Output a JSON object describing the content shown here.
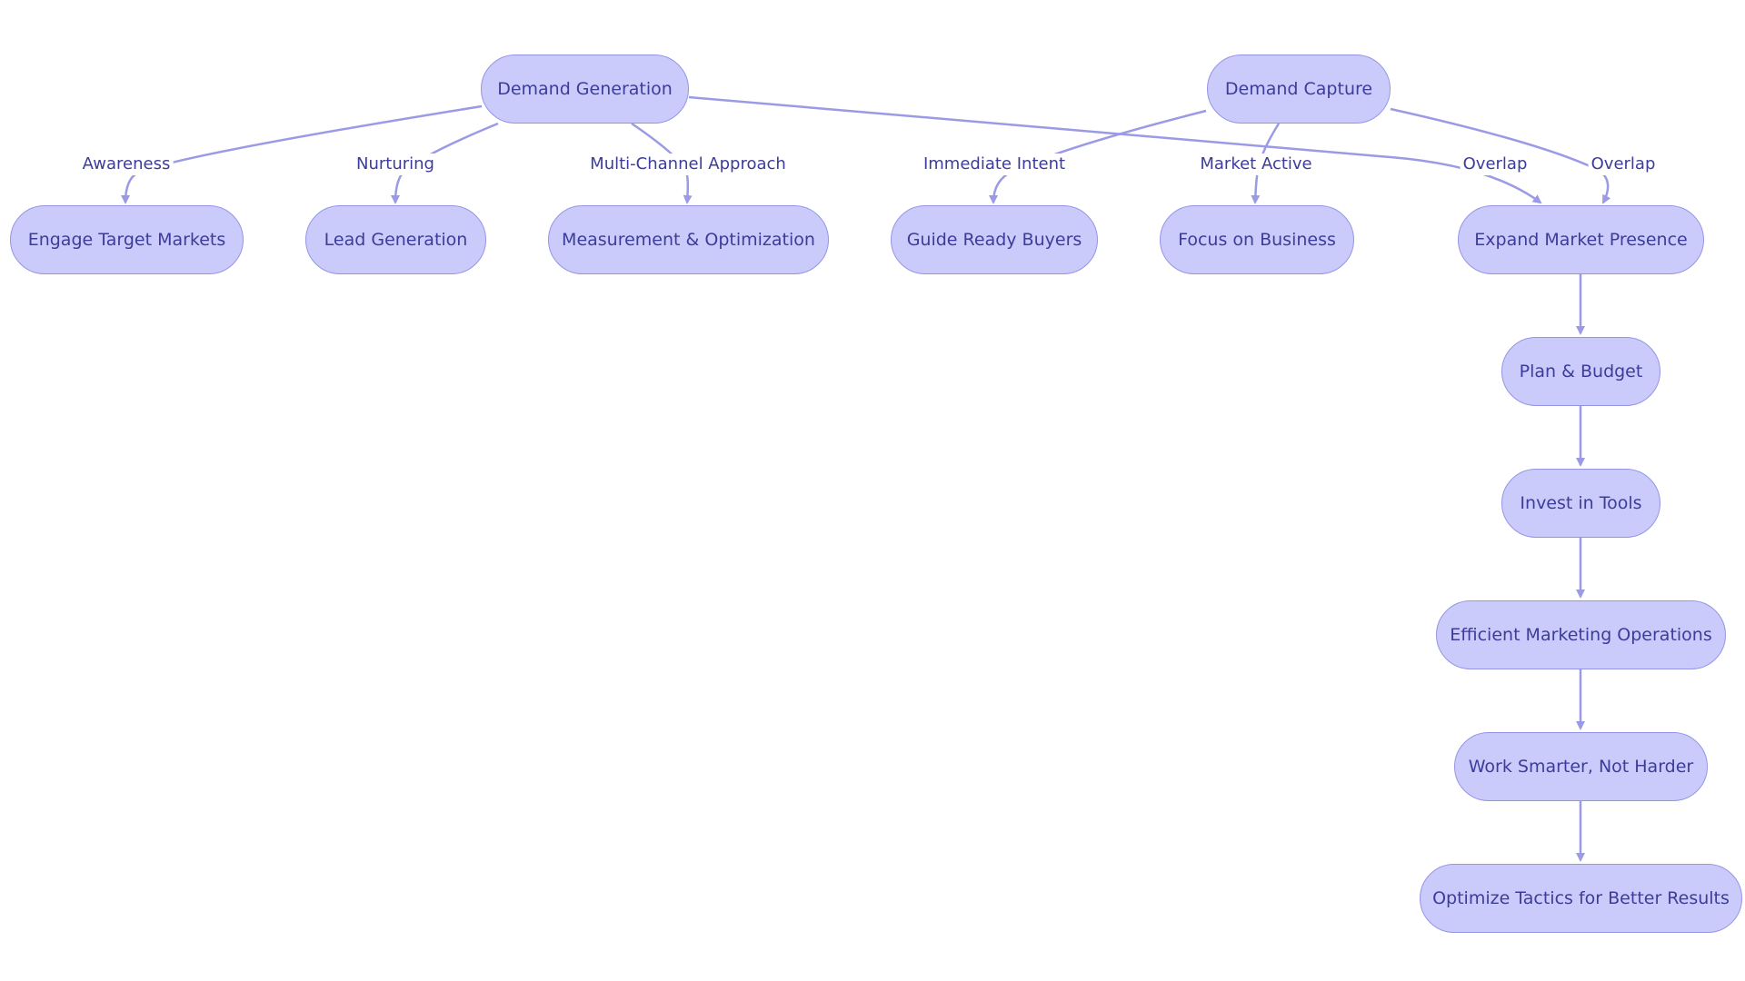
{
  "theme": {
    "node_fill": "#cbcbfb",
    "node_border": "#9494e6",
    "edge_color": "#9a9ae6",
    "text_color": "#3c3c9a"
  },
  "nodes": {
    "demand_generation": "Demand Generation",
    "demand_capture": "Demand Capture",
    "engage_target_markets": "Engage Target Markets",
    "lead_generation": "Lead Generation",
    "measurement_optimization": "Measurement & Optimization",
    "guide_ready_buyers": "Guide Ready Buyers",
    "focus_on_business": "Focus on Business",
    "expand_market_presence": "Expand Market Presence",
    "plan_budget": "Plan & Budget",
    "invest_in_tools": "Invest in Tools",
    "efficient_marketing_operations": "Efficient Marketing Operations",
    "work_smarter": "Work Smarter, Not Harder",
    "optimize_tactics": "Optimize Tactics for Better Results"
  },
  "edge_labels": {
    "awareness": "Awareness",
    "nurturing": "Nurturing",
    "multi_channel": "Multi-Channel Approach",
    "immediate_intent": "Immediate Intent",
    "market_active": "Market Active",
    "overlap_generation": "Overlap",
    "overlap_capture": "Overlap"
  },
  "edges": [
    {
      "from": "demand_generation",
      "to": "engage_target_markets",
      "label": "awareness"
    },
    {
      "from": "demand_generation",
      "to": "lead_generation",
      "label": "nurturing"
    },
    {
      "from": "demand_generation",
      "to": "measurement_optimization",
      "label": "multi_channel"
    },
    {
      "from": "demand_generation",
      "to": "expand_market_presence",
      "label": "overlap_generation"
    },
    {
      "from": "demand_capture",
      "to": "guide_ready_buyers",
      "label": "immediate_intent"
    },
    {
      "from": "demand_capture",
      "to": "focus_on_business",
      "label": "market_active"
    },
    {
      "from": "demand_capture",
      "to": "expand_market_presence",
      "label": "overlap_capture"
    },
    {
      "from": "expand_market_presence",
      "to": "plan_budget"
    },
    {
      "from": "plan_budget",
      "to": "invest_in_tools"
    },
    {
      "from": "invest_in_tools",
      "to": "efficient_marketing_operations"
    },
    {
      "from": "efficient_marketing_operations",
      "to": "work_smarter"
    },
    {
      "from": "work_smarter",
      "to": "optimize_tactics"
    }
  ]
}
